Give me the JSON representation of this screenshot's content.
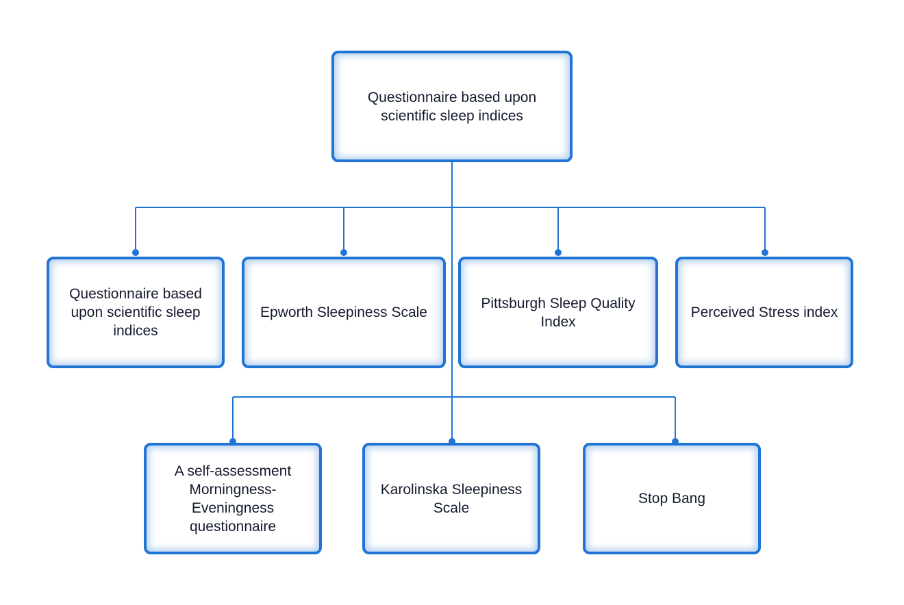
{
  "diagram": {
    "accent_color": "#1f74d4",
    "root": {
      "label": "Questionnaire based upon scientific sleep indices"
    },
    "row1": [
      {
        "label": "Questionnaire based upon scientific sleep indices"
      },
      {
        "label": "Epworth Sleepiness Scale"
      },
      {
        "label": "Pittsburgh Sleep Quality Index"
      },
      {
        "label": "Perceived Stress index"
      }
    ],
    "row2": [
      {
        "label": "A self-assessment Morningness-Eveningness questionnaire"
      },
      {
        "label": "Karolinska Sleepiness Scale"
      },
      {
        "label": "Stop Bang"
      }
    ]
  }
}
